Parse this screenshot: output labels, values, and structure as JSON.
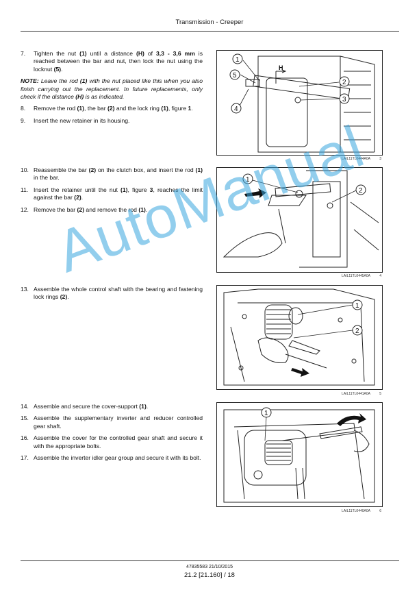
{
  "header": {
    "title": "Transmission - Creeper"
  },
  "section1": {
    "step7": {
      "num": "7.",
      "t1": "Tighten the nut ",
      "b1": "(1)",
      "t2": " until a distance ",
      "b2": "(H)",
      "t3": " of ",
      "b3": "3,3 - 3,6 mm",
      "t4": " is reached between the bar and nut, then lock the nut using the locknut ",
      "b4": "(5)",
      "t5": "."
    },
    "note": {
      "b1": "NOTE:",
      "t1": " Leave the rod ",
      "b2": "(1)",
      "t2": " with the nut placed like this when you also finish carrying out the replacement. In future replacements, only check if the distance ",
      "b3": "(H)",
      "t3": " is as indicated."
    },
    "step8": {
      "num": "8.",
      "t1": "Remove the rod ",
      "b1": "(1)",
      "t2": ", the bar ",
      "b2": "(2)",
      "t3": " and the lock ring ",
      "b3": "(1)",
      "t4": ", figure ",
      "b4": "1",
      "t5": "."
    },
    "step9": {
      "num": "9.",
      "t1": "Insert the new retainer in its housing."
    }
  },
  "section2": {
    "step10": {
      "num": "10.",
      "t1": "Reassemble the bar ",
      "b1": "(2)",
      "t2": " on the clutch box, and insert the rod ",
      "b2": "(1)",
      "t3": " in the bar."
    },
    "step11": {
      "num": "11.",
      "t1": "Insert the retainer until the nut ",
      "b1": "(1)",
      "t2": ", figure ",
      "b2": "3",
      "t3": ", reaches the limit against the bar ",
      "b3": "(2)",
      "t4": "."
    },
    "step12": {
      "num": "12.",
      "t1": "Remove the bar ",
      "b1": "(2)",
      "t2": " and remove the rod ",
      "b2": "(1)",
      "t3": "."
    }
  },
  "section3": {
    "step13": {
      "num": "13.",
      "t1": "Assemble the whole control shaft with the bearing and fastening lock rings ",
      "b1": "(2)",
      "t2": "."
    }
  },
  "section4": {
    "step14": {
      "num": "14.",
      "t1": "Assemble and secure the cover-support ",
      "b1": "(1)",
      "t2": "."
    },
    "step15": {
      "num": "15.",
      "t1": "Assemble the supplementary inverter and reducer controlled gear shaft."
    },
    "step16": {
      "num": "16.",
      "t1": "Assemble the cover for the controlled gear shaft and secure it with the appropriate bolts."
    },
    "step17": {
      "num": "17.",
      "t1": "Assemble the inverter idler gear group and secure it with its bolt."
    }
  },
  "figures": [
    {
      "code": "LAIL11TL0444A0A",
      "number": "3",
      "callouts": [
        "1",
        "5",
        "4",
        "2",
        "3",
        "H"
      ]
    },
    {
      "code": "LAIL11TL0445A0A",
      "number": "4",
      "callouts": [
        "1",
        "2"
      ]
    },
    {
      "code": "LAIL11TL0441A0A",
      "number": "5",
      "callouts": [
        "1",
        "2"
      ]
    },
    {
      "code": "LAIL11TL0440A0A",
      "number": "6",
      "callouts": [
        "1"
      ]
    }
  ],
  "watermark": "AutoManual",
  "footer": {
    "doc": "47835583 21/10/2015",
    "page": "21.2 [21.160] / 18"
  },
  "colors": {
    "watermark": "#3aa7df",
    "text": "#111111"
  }
}
